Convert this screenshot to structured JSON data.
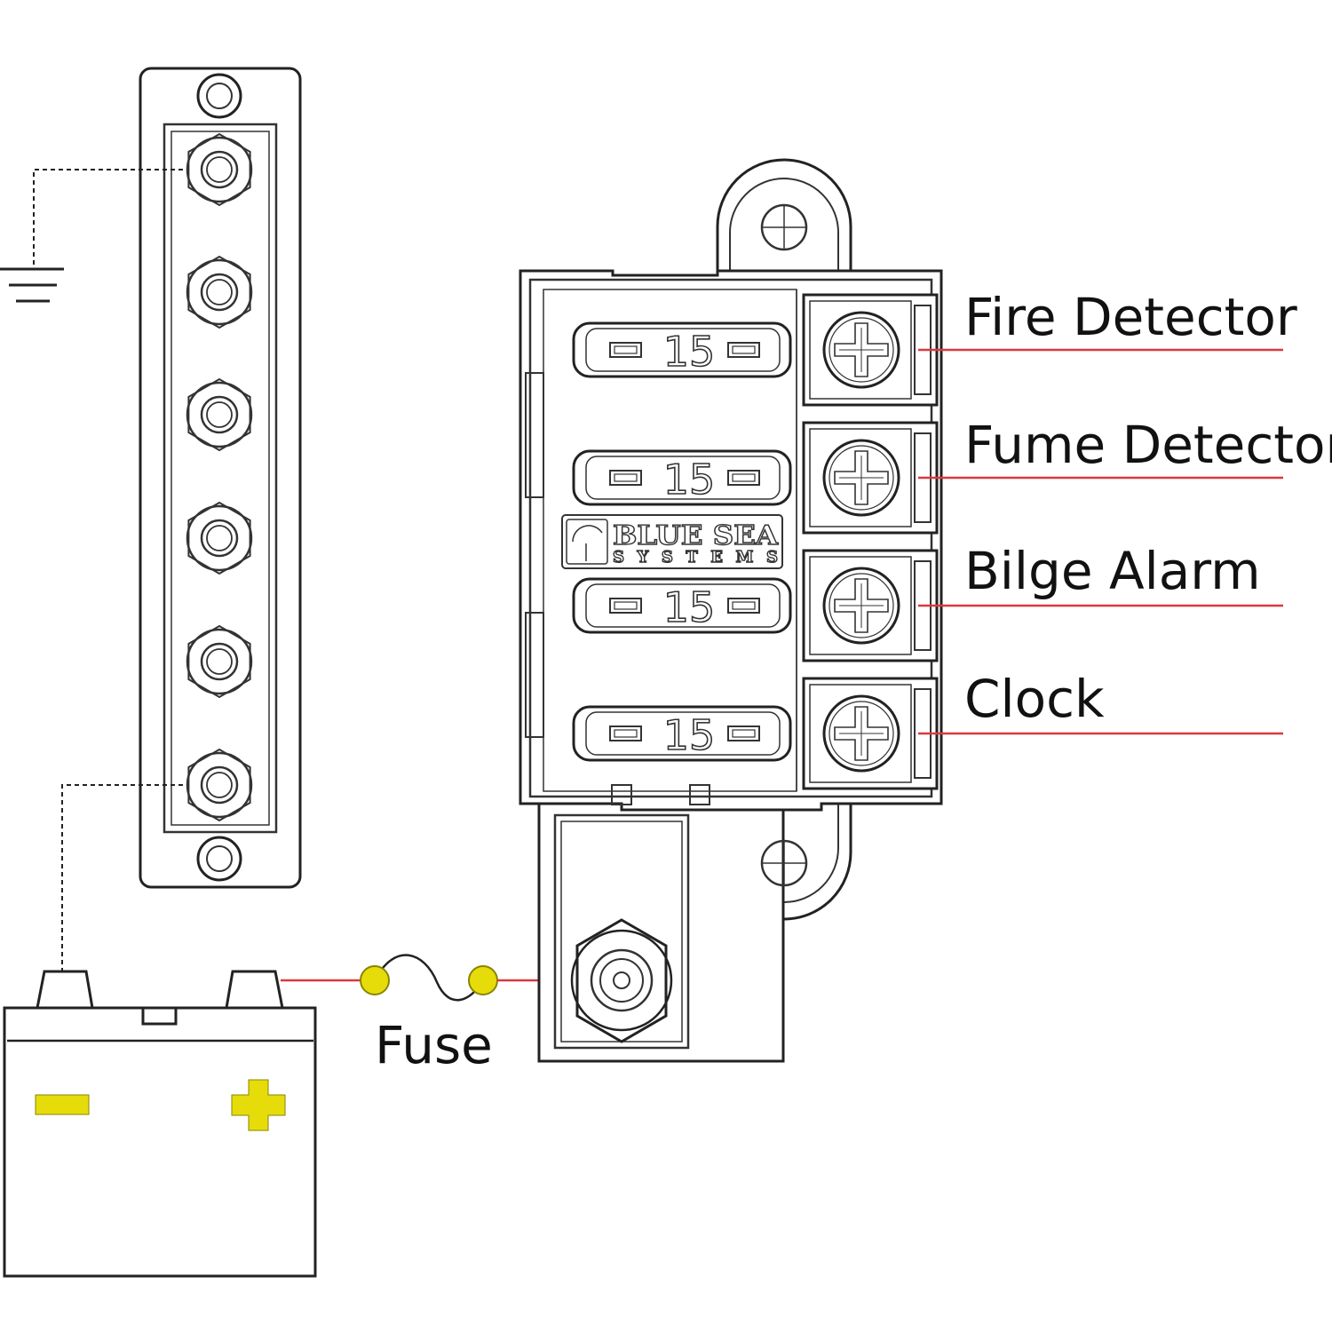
{
  "circuits": [
    {
      "label": "Fire Detector"
    },
    {
      "label": "Fume Detector"
    },
    {
      "label": "Bilge Alarm"
    },
    {
      "label": "Clock"
    }
  ],
  "fuses": [
    {
      "rating": "15"
    },
    {
      "rating": "15"
    },
    {
      "rating": "15"
    },
    {
      "rating": "15"
    }
  ],
  "inline_fuse": {
    "label": "Fuse"
  },
  "brand": {
    "line1": "BLUE SEA",
    "line2": "SYSTEMS"
  },
  "colors": {
    "wire": "#d9393f",
    "terminal": "#e6dc0a",
    "outline": "#222222"
  },
  "icons": [
    "ground-symbol-icon",
    "minus-icon",
    "plus-icon"
  ]
}
